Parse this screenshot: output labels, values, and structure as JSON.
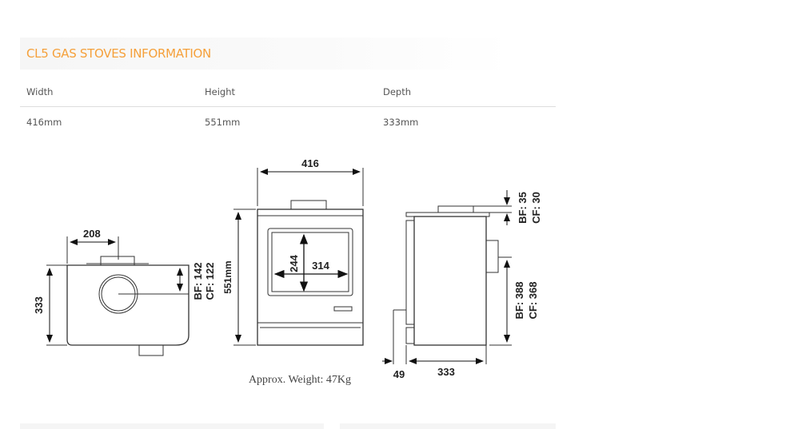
{
  "title": "CL5 GAS STOVES INFORMATION",
  "table": {
    "headers": [
      "Width",
      "Height",
      "Depth"
    ],
    "values": [
      "416mm",
      "551mm",
      "333mm"
    ]
  },
  "diagram": {
    "top_view": {
      "width_offset": "208",
      "depth": "333",
      "bf": "BF: 142",
      "cf": "CF: 122"
    },
    "front_view": {
      "width": "416",
      "height": "551mm",
      "window_h": "244",
      "window_w": "314"
    },
    "side_view": {
      "bf_top": "BF: 35",
      "cf_top": "CF: 30",
      "bf_rear": "BF: 388",
      "cf_rear": "CF: 368",
      "offset": "49",
      "depth": "333"
    },
    "weight": "Approx. Weight: 47Kg"
  }
}
